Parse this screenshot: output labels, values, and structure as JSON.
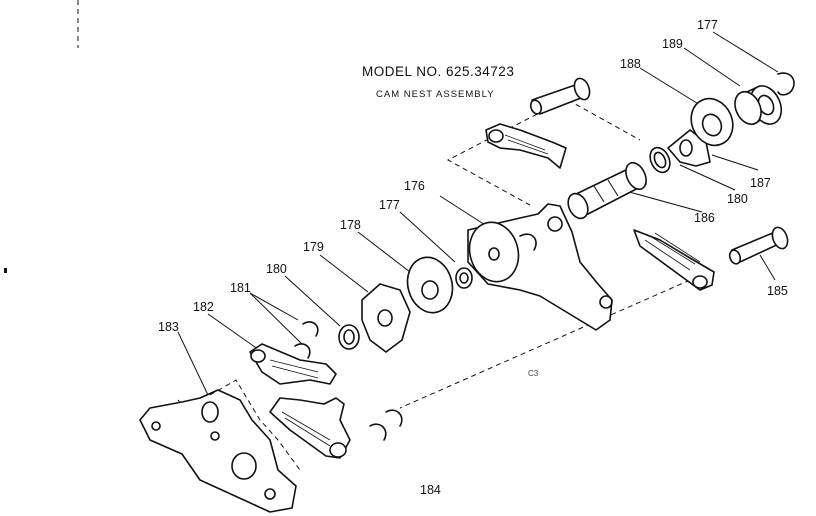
{
  "title": "MODEL NO. 625.34723",
  "subtitle": "CAM NEST ASSEMBLY",
  "callouts": {
    "p177_top": "177",
    "p189": "189",
    "p188": "188",
    "p187": "187",
    "p180_right": "180",
    "p186": "186",
    "p185": "185",
    "p176": "176",
    "p177_mid": "177",
    "p178": "178",
    "p179": "179",
    "p180_left": "180",
    "p181": "181",
    "p182": "182",
    "p183": "183",
    "p184": "184"
  },
  "stamp": "C3"
}
